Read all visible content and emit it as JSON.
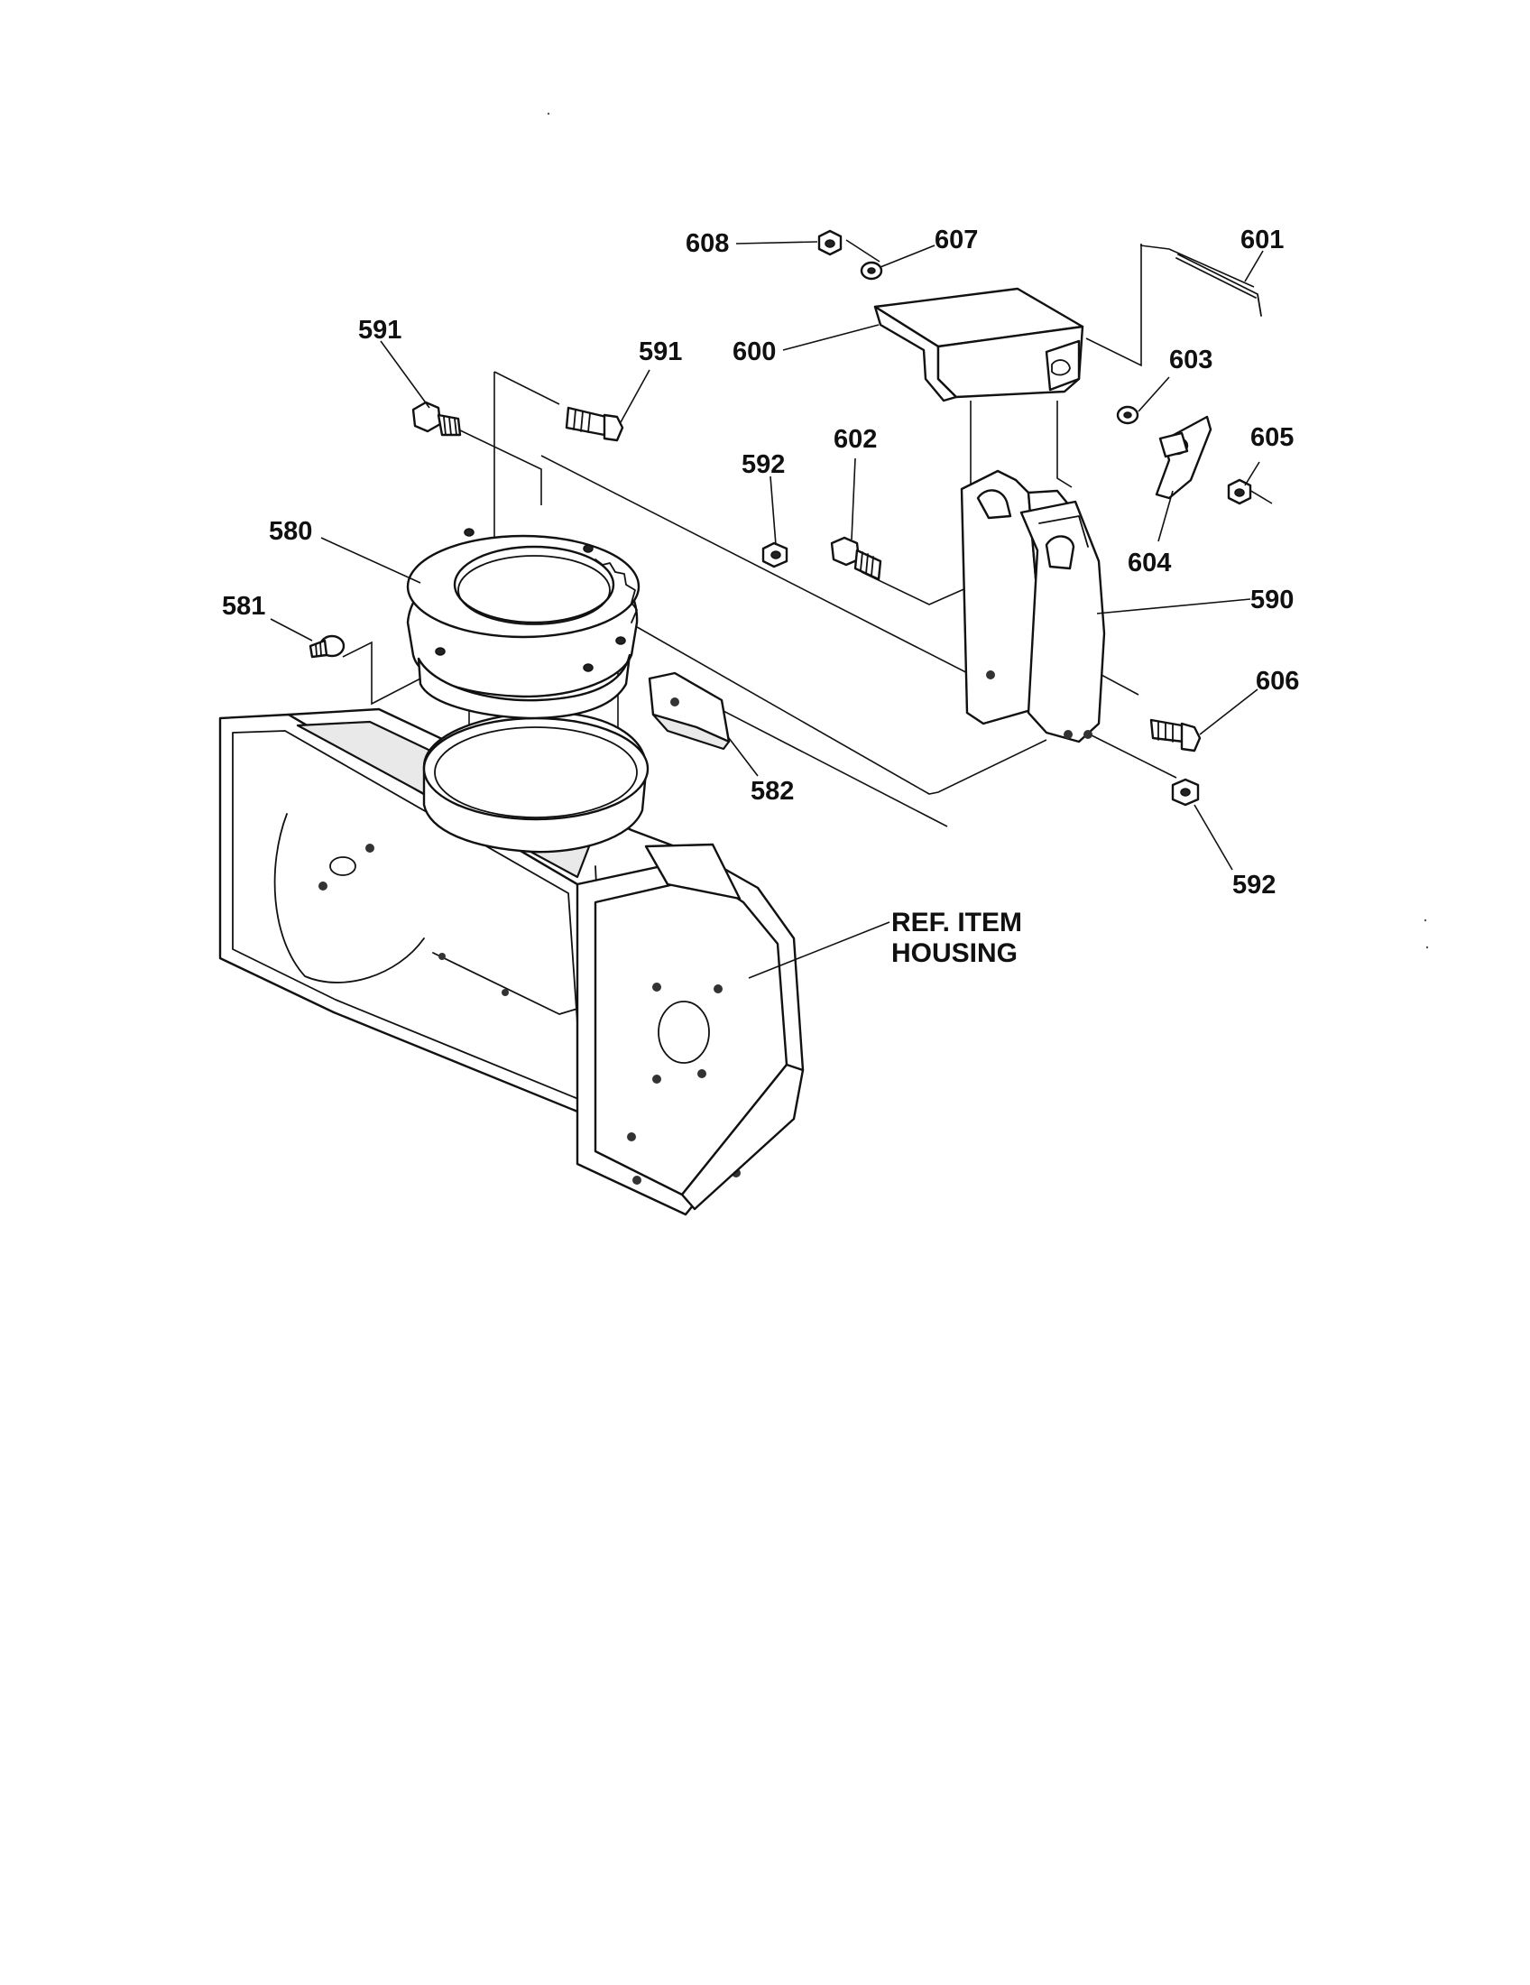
{
  "callouts": {
    "c608": "608",
    "c607": "607",
    "c601": "601",
    "c600": "600",
    "c603": "603",
    "c591a": "591",
    "c591b": "591",
    "c605": "605",
    "c592a": "592",
    "c602": "602",
    "c580": "580",
    "c604": "604",
    "c581": "581",
    "c590": "590",
    "c606": "606",
    "c582": "582",
    "c592b": "592"
  },
  "reference": {
    "line1": "REF. ITEM",
    "line2": "HOUSING"
  }
}
